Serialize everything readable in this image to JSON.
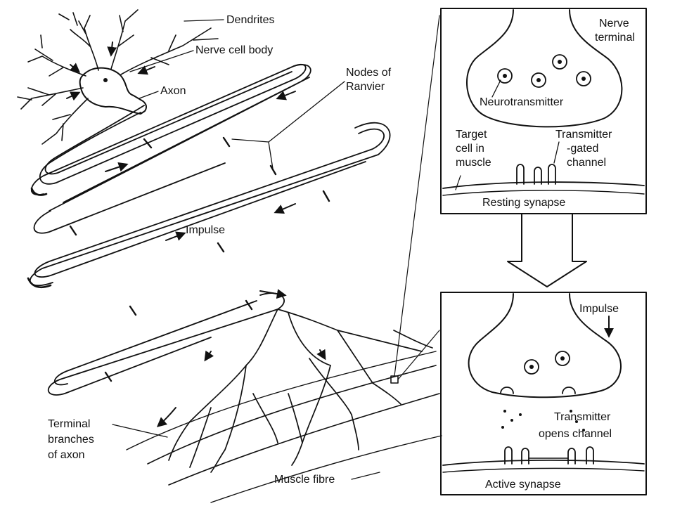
{
  "labels": {
    "dendrites": "Dendrites",
    "cell_body": "Nerve cell body",
    "axon": "Axon",
    "nodes_line1": "Nodes of",
    "nodes_line2": "Ranvier",
    "impulse": "Impulse",
    "terminal_line1": "Terminal",
    "terminal_line2": "branches",
    "terminal_line3": "of axon",
    "muscle_fibre": "Muscle fibre"
  },
  "resting_panel": {
    "nerve_terminal_line1": "Nerve",
    "nerve_terminal_line2": "terminal",
    "neurotransmitter": "Neurotransmitter",
    "target_line1": "Target",
    "target_line2": "cell in",
    "target_line3": "muscle",
    "channel_line1": "Transmitter",
    "channel_line2": "-gated",
    "channel_line3": "channel",
    "caption": "Resting synapse"
  },
  "active_panel": {
    "impulse": "Impulse",
    "opens_line1": "Transmitter",
    "opens_line2": "opens channel",
    "caption": "Active synapse"
  }
}
